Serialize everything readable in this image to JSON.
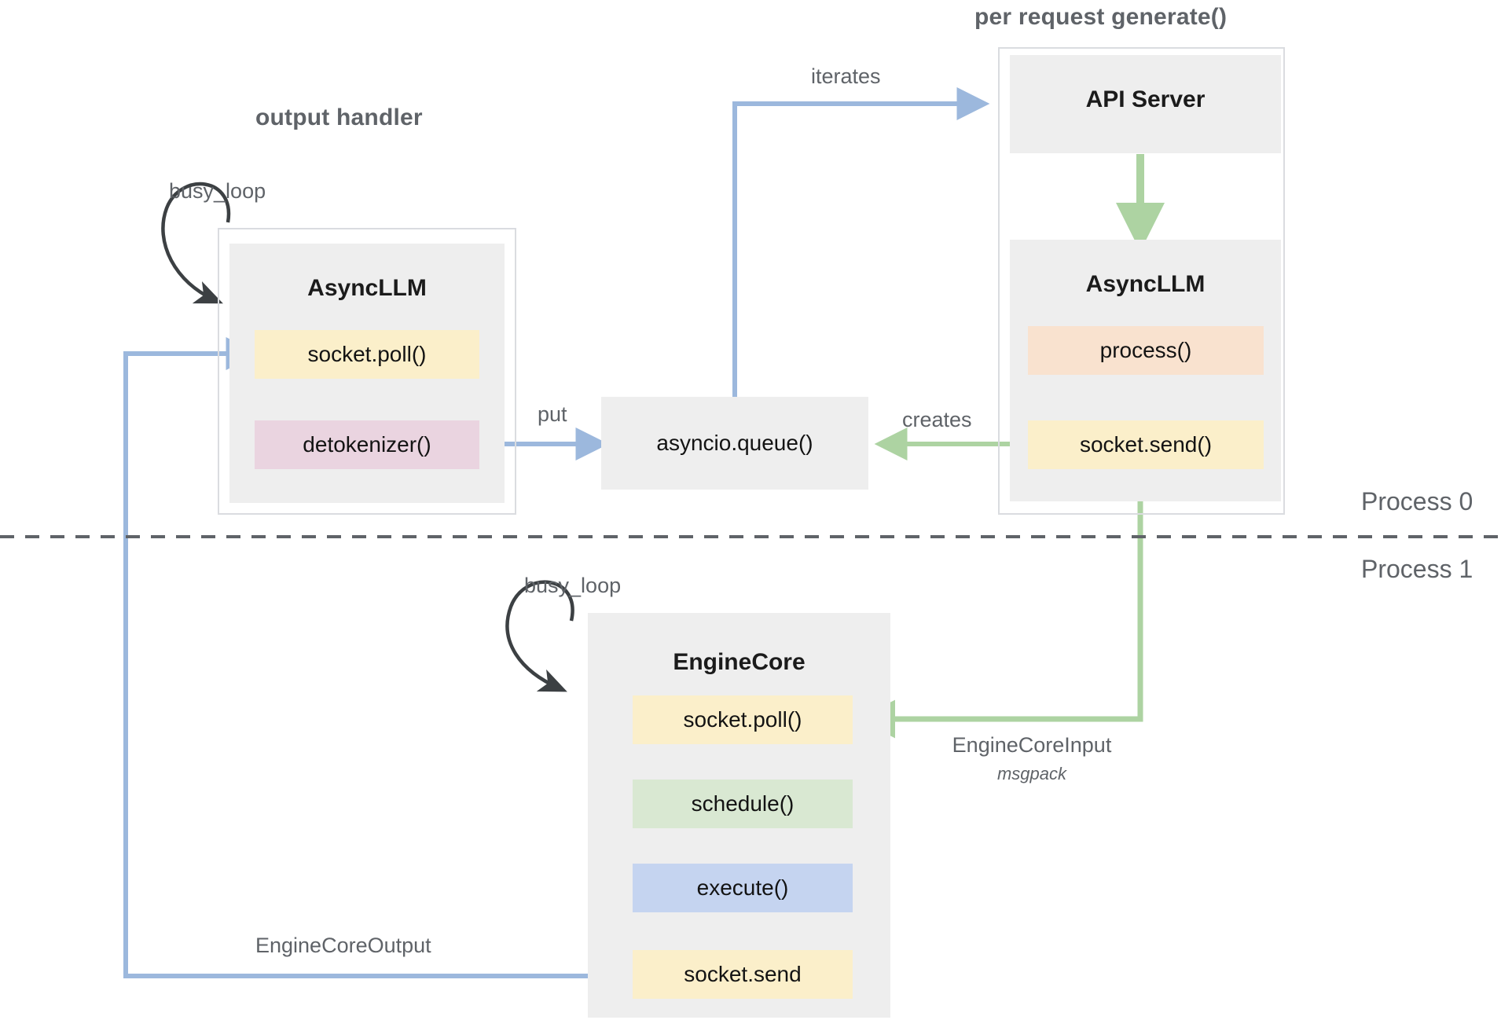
{
  "diagram": {
    "title_output_handler": "output handler",
    "title_per_request": "per request generate()",
    "process_top": "Process 0",
    "process_bottom": "Process 1",
    "colors": {
      "grey_box": "#eeeeee",
      "frame_border": "#dadce0",
      "yellow_chip": "#fbefca",
      "pink_chip": "#ead4e0",
      "peach_chip": "#f9e2cf",
      "green_chip": "#d9e8d2",
      "blue_chip": "#c5d4f0",
      "blue_arrow": "#9cb8dd",
      "green_arrow": "#add3a2",
      "black_arrow": "#3c4043",
      "text": "#131313",
      "label_text": "#5f6368"
    },
    "groups": [
      {
        "name": "output-handler",
        "title": "output handler",
        "component": "AsyncLLM",
        "chips": [
          {
            "label": "socket.poll()",
            "color": "#fbefca"
          },
          {
            "label": "detokenizer()",
            "color": "#ead4e0"
          }
        ]
      },
      {
        "name": "per-request-generate",
        "title": "per request generate()",
        "components": [
          {
            "label": "API Server",
            "chips": []
          },
          {
            "label": "AsyncLLM",
            "chips": [
              {
                "label": "process()",
                "color": "#f9e2cf"
              },
              {
                "label": "socket.send()",
                "color": "#fbefca"
              }
            ]
          }
        ]
      },
      {
        "name": "engine-core",
        "component": "EngineCore",
        "chips": [
          {
            "label": "socket.poll()",
            "color": "#fbefca"
          },
          {
            "label": "schedule()",
            "color": "#d9e8d2"
          },
          {
            "label": "execute()",
            "color": "#c5d4f0"
          },
          {
            "label": "socket.send",
            "color": "#fbefca"
          }
        ]
      }
    ],
    "queue": {
      "label": "asyncio.queue()"
    },
    "edges": [
      {
        "name": "busy-loop-asyncllm",
        "label": "busy_loop",
        "color": "#3c4043"
      },
      {
        "name": "busy-loop-enginecore",
        "label": "busy_loop",
        "color": "#3c4043"
      },
      {
        "name": "put",
        "label": "put",
        "color": "#9cb8dd"
      },
      {
        "name": "iterates",
        "label": "iterates",
        "color": "#9cb8dd"
      },
      {
        "name": "creates",
        "label": "creates",
        "color": "#add3a2"
      },
      {
        "name": "engine-core-input",
        "label": "EngineCoreInput",
        "sublabel": "msgpack",
        "color": "#add3a2"
      },
      {
        "name": "engine-core-output",
        "label": "EngineCoreOutput",
        "color": "#9cb8dd"
      }
    ],
    "labels": {
      "busy_loop": "busy_loop",
      "put": "put",
      "iterates": "iterates",
      "creates": "creates",
      "engine_core_input": "EngineCoreInput",
      "msgpack": "msgpack",
      "engine_core_output": "EngineCoreOutput",
      "async_llm": "AsyncLLM",
      "api_server": "API Server",
      "engine_core": "EngineCore",
      "socket_poll": "socket.poll()",
      "detokenizer": "detokenizer()",
      "asyncio_queue": "asyncio.queue()",
      "process": "process()",
      "socket_send_paren": "socket.send()",
      "schedule": "schedule()",
      "execute": "execute()",
      "socket_send": "socket.send"
    }
  }
}
